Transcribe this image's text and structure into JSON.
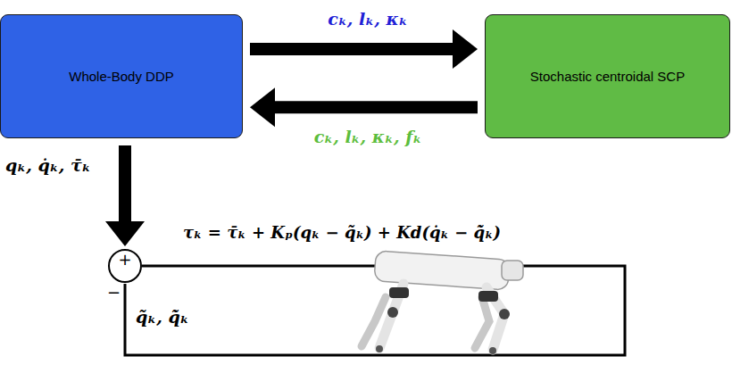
{
  "diagram": {
    "nodes": [
      {
        "text": [
          "Whole-Body DDP"
        ]
      },
      {
        "text": [
          "Stochastic centroidal SCP"
        ]
      },
      {
        "text": [
          "+",
          "−"
        ]
      }
    ],
    "edges": [
      {
        "from": 0,
        "to": 1,
        "arrow": "to",
        "label": "cₖ, lₖ, κₖ"
      },
      {
        "from": 1,
        "to": 0,
        "arrow": "to",
        "label": "cₖ, lₖ, κₖ, fₖ"
      },
      {
        "from": 0,
        "to": 2,
        "arrow": "to",
        "label": "qₖ, q̇ₖ, τ̄ₖ"
      }
    ],
    "labels": [
      "τₖ = τ̄ₖ + Kₚ(qₖ − q̃ₖ) + Kd(q̇ₖ − q̃̇ₖ)",
      "q̃ₖ, q̃̇ₖ"
    ]
  }
}
